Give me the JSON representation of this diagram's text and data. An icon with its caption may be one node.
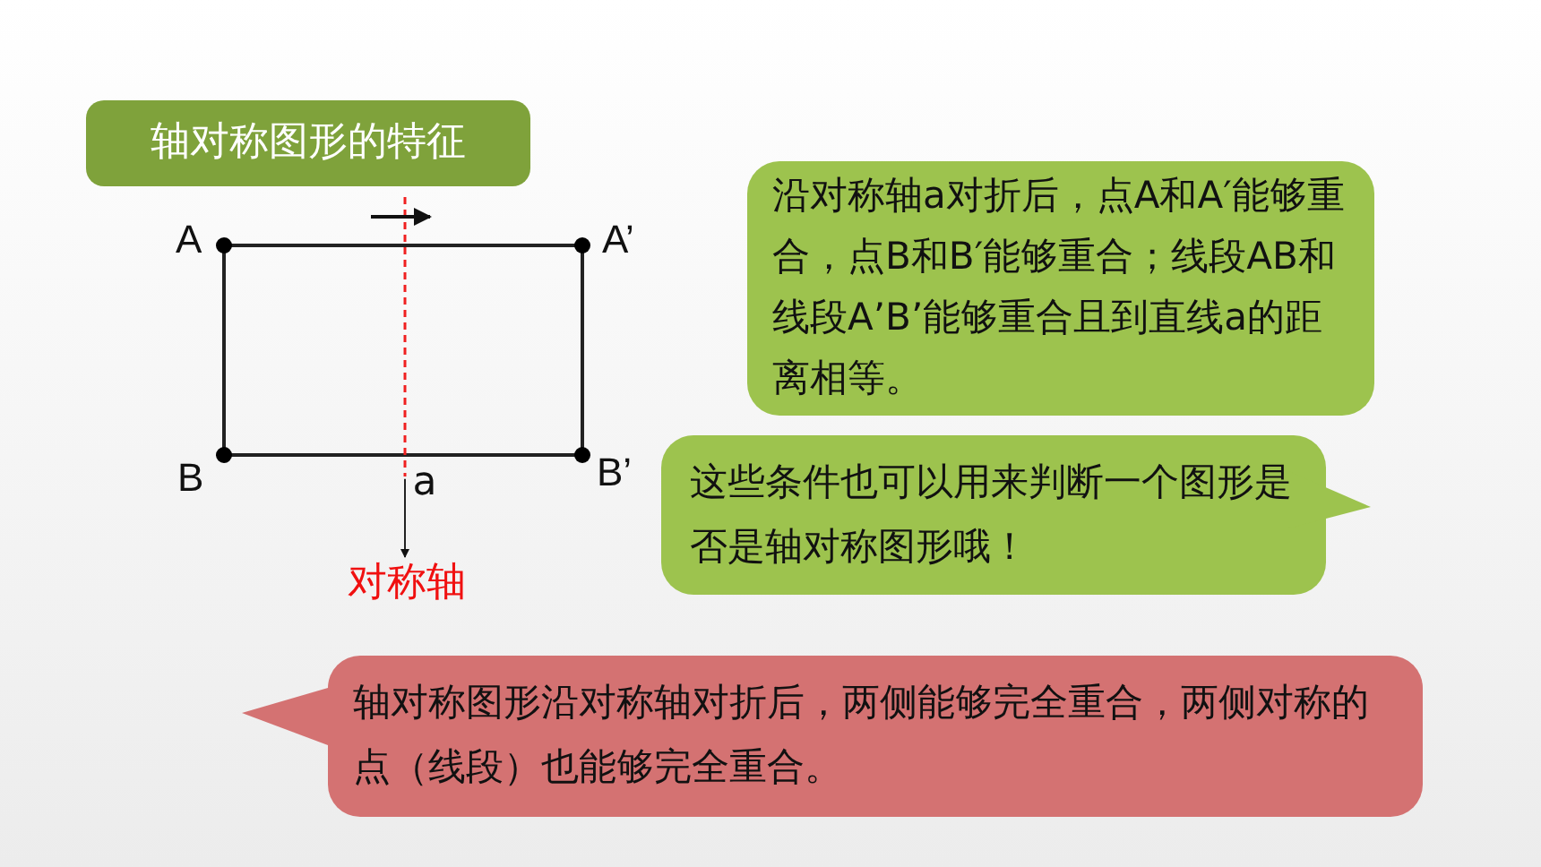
{
  "diagram": {
    "nodes": [
      {
        "text": [
          "轴对称图形的特征"
        ]
      },
      {
        "text": [
          "沿对称轴a对折后，点A和A′能够重合，点B和B′能够重合；线段AB和线段A’B’能够重合且到直线a的距离相等。"
        ]
      },
      {
        "text": [
          "这些条件也可以用来判断一个图形是否是轴对称图形哦！"
        ]
      },
      {
        "text": [
          "轴对称图形沿对称轴对折后，两侧能够完全重合，两侧对称的点（线段）也能够完全重合。"
        ]
      },
      {
        "text": [
          "对称轴"
        ]
      },
      {
        "text": [
          "a"
        ]
      }
    ],
    "edges": [
      {
        "from": 5,
        "to": 4,
        "arrow": "to"
      }
    ],
    "labels": [
      "A",
      "A’",
      "B",
      "B’"
    ]
  }
}
